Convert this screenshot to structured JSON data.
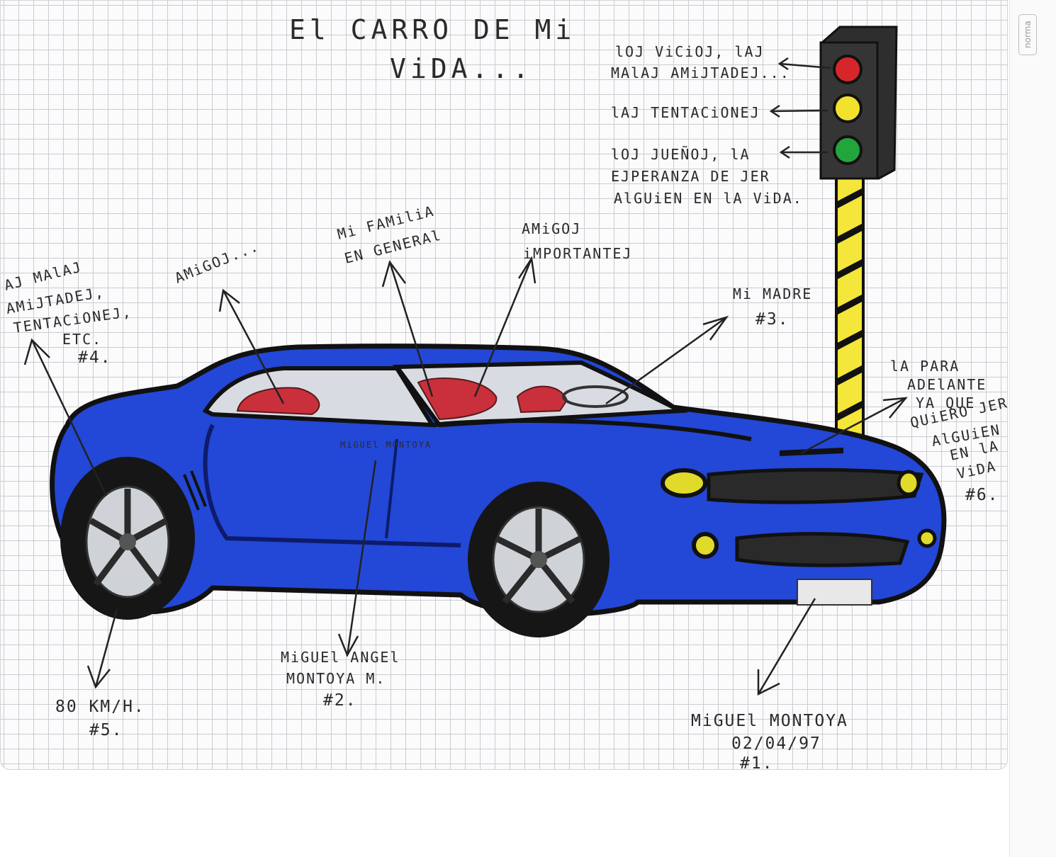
{
  "title": {
    "line1": "El CARRO DE Mi",
    "line2": "ViDA..."
  },
  "brand": "norma",
  "traffic_light": {
    "red_label": [
      "lOJ ViCiOJ, lAJ",
      "MAlAJ AMiJTADEJ..."
    ],
    "yellow_label": [
      "lAJ TENTACiONEJ"
    ],
    "green_label": [
      "lOJ JUEÑOJ, lA",
      "EJPERANZA DE JER",
      "AlGUiEN EN lA ViDA."
    ],
    "colors": {
      "red": "#d7262b",
      "yellow": "#f2e22d",
      "green": "#22a63c",
      "housing": "#2e2e2e"
    }
  },
  "annotations": {
    "rear_wheel_top": [
      "AJ MAlAJ",
      "AMiJTADEJ,",
      "TENTACiONEJ,",
      "ETC.",
      "#4."
    ],
    "rear_window": [
      "AMiGOJ..."
    ],
    "family": [
      "Mi FAMiliA",
      "EN GENERAl"
    ],
    "important_friends": [
      "AMiGOJ",
      "iMPORTANTEJ"
    ],
    "mother": [
      "Mi MADRE",
      "#3."
    ],
    "forward": [
      "lA PARA",
      "ADElANTE",
      "YA QUE",
      "QUiERO JER",
      "AlGUiEN",
      "EN lA",
      "ViDA",
      "#6."
    ],
    "speed": [
      "80 KM/H.",
      "#5."
    ],
    "driver": [
      "MiGUEl ANGEl",
      "MONTOYA M.",
      "#2."
    ],
    "signature": [
      "MiGUEl MONTOYA",
      "02/04/97",
      "#1."
    ],
    "door_name": "MiGUEl MONTOYA"
  },
  "car_colors": {
    "body": "#2347d6",
    "body_dark": "#1a33a8",
    "interior": "#c9303c",
    "tire": "#161616",
    "rim": "#cfd2d6"
  }
}
